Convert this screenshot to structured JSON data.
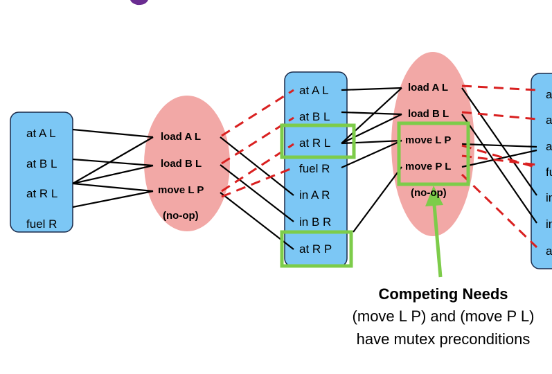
{
  "state_level_0": [
    "at A L",
    "at B L",
    "at R L",
    "fuel R"
  ],
  "action_level_0": [
    "load A L",
    "load B L",
    "move L P",
    "(no-op)"
  ],
  "state_level_1": [
    "at A L",
    "at B L",
    "at R L",
    "fuel R",
    "in A R",
    "in B R",
    "at R P"
  ],
  "action_level_1": [
    "load A L",
    "load B L",
    "move L P",
    "move P L",
    "(no-op)"
  ],
  "state_level_2_partial": [
    "a",
    "a",
    "a",
    "fu",
    "in",
    "in",
    "a"
  ],
  "annotation": {
    "title": "Competing Needs",
    "line1": "(move L P) and (move P L)",
    "line2": "have mutex preconditions"
  },
  "colors": {
    "state_fill": "#7cc7f5",
    "state_stroke": "#1a2a4a",
    "action_fill": "#f2a8a6",
    "mutex_line": "#d92020",
    "link_line": "#000000",
    "highlight": "#7dcc4a",
    "title_accent": "#6a2c91"
  }
}
